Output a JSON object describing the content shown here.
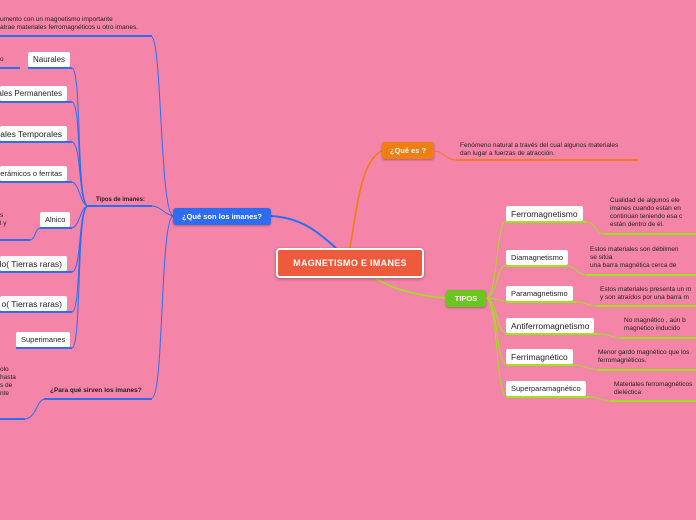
{
  "central": "MAGNETISMO E IMANES",
  "left": {
    "main": "¿Qué son los imanes?",
    "description": [
      "umento con un magnetismo importante",
      "atrae materiales ferromagnéticos u otro imanes."
    ],
    "types_label": "Tipos de imanes:",
    "types": [
      {
        "label": "Naurales",
        "side_text": "o"
      },
      {
        "label": "iales Permanentes"
      },
      {
        "label": "iales Temporales"
      },
      {
        "label": "Cerámicos o ferritas"
      },
      {
        "label": "Alnico",
        "side_text": [
          "s",
          "l y"
        ]
      },
      {
        "label": "lo( Tierras raras)"
      },
      {
        "label": "o( Tierras raras)"
      },
      {
        "label": "Superimanes"
      }
    ],
    "uses_label": "¿Para qué sirven los imanes?",
    "uses_text": [
      "olo",
      "hasta",
      "s de",
      "nte"
    ]
  },
  "top": {
    "main": "¿Qué es ?",
    "text": [
      "Fenómeno natural a través  del cual  algunos materiales",
      "dan lugar a fuerzas  de atracción."
    ]
  },
  "right": {
    "main": "TIPOS",
    "items": [
      {
        "label": "Ferromagnetismo",
        "text": [
          "Cualidad de algunos ele",
          "imanes cuando están en",
          "continúan teniendo esa c",
          "están dentro de él."
        ]
      },
      {
        "label": "Diamagnetismo",
        "text": [
          "Estos materiales son débilmen",
          "se sitúa",
          "una barra magnética cerca de"
        ]
      },
      {
        "label": "Paramagnetismo",
        "text": [
          "Estos materiales presenta un m",
          "y son atraídos por una barra m"
        ]
      },
      {
        "label": "Antiferromagnetismo",
        "text": [
          "No magnético , aún b",
          "magnético inducido"
        ]
      },
      {
        "label": "Ferrimagnético",
        "text": [
          "Menor gardo magnético que los",
          "ferromagnéticos."
        ]
      },
      {
        "label": "Superparamagnético",
        "text": [
          "Materiales ferromagnéticos",
          "dieléctica"
        ]
      }
    ]
  },
  "colors": {
    "background": "#f484a8",
    "central": "#ee5a3c",
    "blue": "#2e6df2",
    "orange": "#f07e14",
    "green": "#6cc420",
    "green_line": "#9ee21a"
  }
}
